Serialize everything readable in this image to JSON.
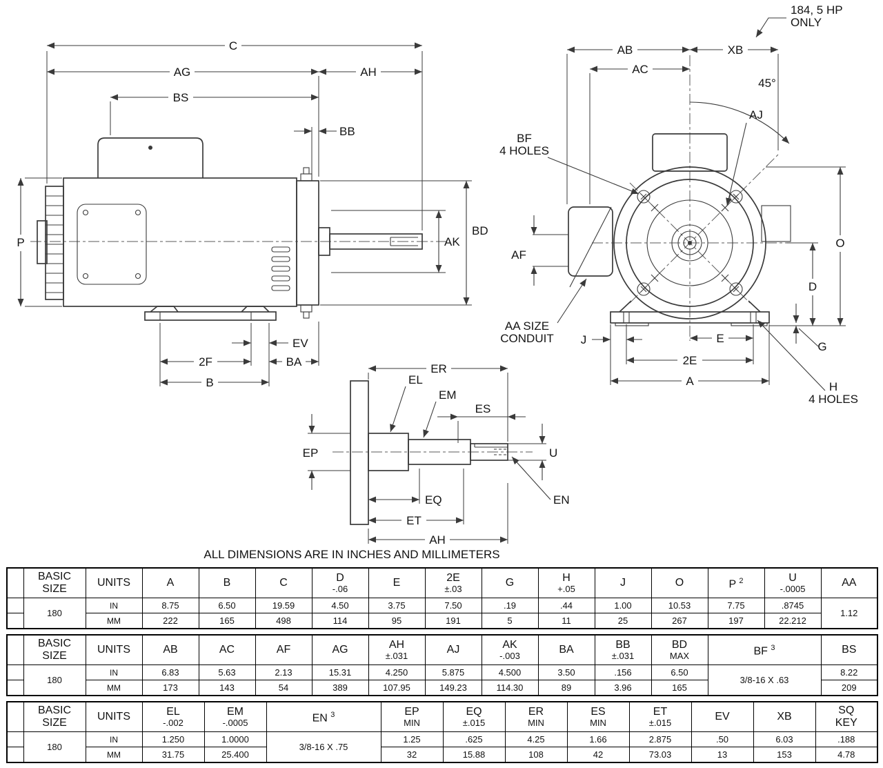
{
  "labels": {
    "C": "C",
    "AG": "AG",
    "BS": "BS",
    "BB": "BB",
    "AH": "AH",
    "BD": "BD",
    "AK": "AK",
    "P": "P",
    "EV": "EV",
    "F2": "2F",
    "BA": "BA",
    "B": "B",
    "hp1": "184, 5 HP",
    "hp2": "ONLY",
    "AB": "AB",
    "XB": "XB",
    "AC": "AC",
    "deg45": "45°",
    "AJ": "AJ",
    "BF": "BF",
    "holes4": "4 HOLES",
    "AF": "AF",
    "O": "O",
    "D": "D",
    "aa1": "AA SIZE",
    "aa2": "CONDUIT",
    "J": "J",
    "E": "E",
    "G": "G",
    "E2": "2E",
    "A": "A",
    "H": "H",
    "ER": "ER",
    "EL": "EL",
    "EM": "EM",
    "ES": "ES",
    "U": "U",
    "EP": "EP",
    "EQ": "EQ",
    "ET": "ET",
    "EN": "EN"
  },
  "note": "ALL DIMENSIONS ARE IN INCHES AND MILLIMETERS",
  "t1": {
    "col_basic_1": "BASIC",
    "col_basic_2": "SIZE",
    "col_units": "UNITS",
    "hA": "A",
    "hB": "B",
    "hC": "C",
    "hD": "D",
    "hD2": "-.06",
    "hE": "E",
    "h2E": "2E",
    "h2E2": "±.03",
    "hG": "G",
    "hH": "H",
    "hH2": "+.05",
    "hJ": "J",
    "hO": "O",
    "hP": "P",
    "hPsup": "2",
    "hU": "U",
    "hU2": "-.0005",
    "hAA": "AA",
    "size": "180",
    "in": "IN",
    "mm": "MM",
    "rin": [
      "8.75",
      "6.50",
      "19.59",
      "4.50",
      "3.75",
      "7.50",
      ".19",
      ".44",
      "1.00",
      "10.53",
      "7.75",
      ".8745"
    ],
    "rmm": [
      "222",
      "165",
      "498",
      "114",
      "95",
      "191",
      "5",
      "11",
      "25",
      "267",
      "197",
      "22.212"
    ],
    "aa": "1.12"
  },
  "t2": {
    "col_basic_1": "BASIC",
    "col_basic_2": "SIZE",
    "col_units": "UNITS",
    "hAB": "AB",
    "hAC": "AC",
    "hAF": "AF",
    "hAG": "AG",
    "hAH": "AH",
    "hAH2": "±.031",
    "hAJ": "AJ",
    "hAK": "AK",
    "hAK2": "-.003",
    "hBA": "BA",
    "hBB": "BB",
    "hBB2": "±.031",
    "hBD": "BD",
    "hBD2": "MAX",
    "hBF": "BF",
    "hBFsup": "3",
    "hBS": "BS",
    "size": "180",
    "in": "IN",
    "mm": "MM",
    "rin": [
      "6.83",
      "5.63",
      "2.13",
      "15.31",
      "4.250",
      "5.875",
      "4.500",
      "3.50",
      ".156",
      "6.50"
    ],
    "rmm": [
      "173",
      "143",
      "54",
      "389",
      "107.95",
      "149.23",
      "114.30",
      "89",
      "3.96",
      "165"
    ],
    "bf": "3/8-16 X .63",
    "bs_in": "8.22",
    "bs_mm": "209"
  },
  "t3": {
    "col_basic_1": "BASIC",
    "col_basic_2": "SIZE",
    "col_units": "UNITS",
    "hEL": "EL",
    "hEL2": "-.002",
    "hEM": "EM",
    "hEM2": "-.0005",
    "hEN": "EN",
    "hENsup": "3",
    "hEP": "EP",
    "hEP2": "MIN",
    "hEQ": "EQ",
    "hEQ2": "±.015",
    "hER": "ER",
    "hER2": "MIN",
    "hES": "ES",
    "hES2": "MIN",
    "hET": "ET",
    "hET2": "±.015",
    "hEV": "EV",
    "hXB": "XB",
    "hSQ": "SQ",
    "hSQ2": "KEY",
    "size": "180",
    "in": "IN",
    "mm": "MM",
    "el_in": "1.250",
    "em_in": "1.0000",
    "en": "3/8-16 X .75",
    "rin": [
      "1.25",
      ".625",
      "4.25",
      "1.66",
      "2.875",
      ".50",
      "6.03",
      ".188"
    ],
    "rmm": [
      "32",
      "15.88",
      "108",
      "42",
      "73.03",
      "13",
      "153",
      "4.78"
    ],
    "el_mm": "31.75",
    "em_mm": "25.400"
  }
}
